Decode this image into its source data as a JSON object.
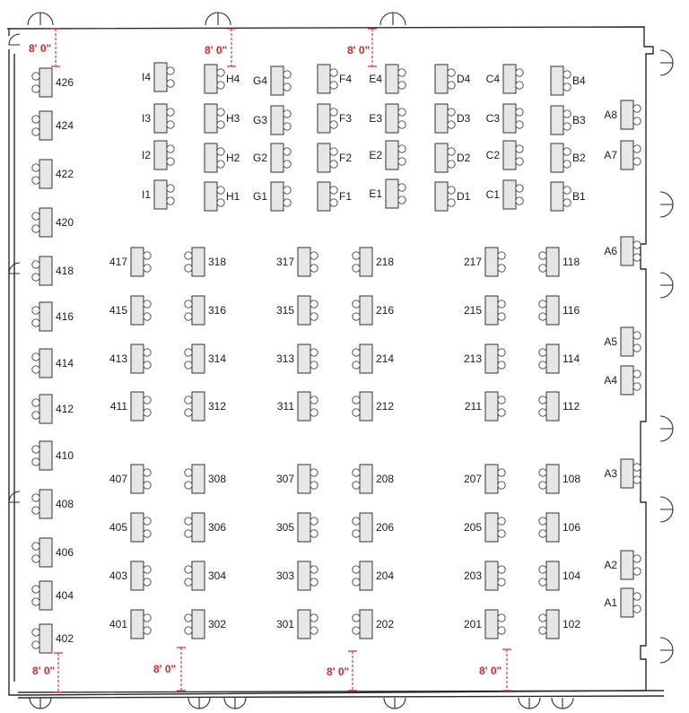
{
  "colors": {
    "dimension": "#d9262b",
    "table": "#e6e6e6",
    "wall": "#2a2a2a"
  },
  "dimensions": [
    "8' 0\"",
    "8' 0\"",
    "8' 0\"",
    "8' 0\"",
    "8' 0\"",
    "8' 0\"",
    "8' 0\""
  ],
  "booths": [
    "426",
    "424",
    "422",
    "420",
    "418",
    "416",
    "414",
    "412",
    "410",
    "408",
    "406",
    "404",
    "402",
    "I4",
    "I3",
    "I2",
    "I1",
    "H4",
    "H3",
    "H2",
    "H1",
    "G4",
    "G3",
    "G2",
    "G1",
    "F4",
    "F3",
    "F2",
    "F1",
    "E4",
    "E3",
    "E2",
    "E1",
    "D4",
    "D3",
    "D2",
    "D1",
    "C4",
    "C3",
    "C2",
    "C1",
    "B4",
    "B3",
    "B2",
    "B1",
    "A8",
    "A7",
    "A6",
    "A5",
    "A4",
    "A3",
    "A2",
    "A1",
    "417",
    "415",
    "413",
    "411",
    "407",
    "405",
    "403",
    "401",
    "318",
    "316",
    "314",
    "312",
    "308",
    "306",
    "304",
    "302",
    "317",
    "315",
    "313",
    "311",
    "307",
    "305",
    "303",
    "301",
    "218",
    "216",
    "214",
    "212",
    "208",
    "206",
    "204",
    "202",
    "217",
    "215",
    "213",
    "211",
    "207",
    "205",
    "203",
    "201",
    "118",
    "116",
    "114",
    "112",
    "108",
    "106",
    "104",
    "102"
  ]
}
